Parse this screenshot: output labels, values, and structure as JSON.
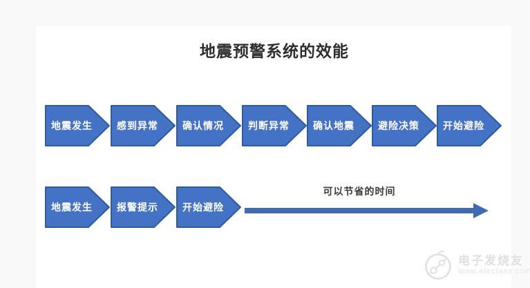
{
  "title": "地震预警系统的效能",
  "rows": [
    {
      "steps": [
        "地震发生",
        "感到异常",
        "确认情况",
        "判断异常",
        "确认地震",
        "避险决策",
        "开始避险"
      ]
    },
    {
      "steps": [
        "地震发生",
        "报警提示",
        "开始避险"
      ]
    }
  ],
  "saved_time": {
    "label": "可以节省的时间"
  },
  "colors": {
    "arrow_fill": "#4472c4",
    "arrow_border": "#2e5b9e",
    "arrow_text": "#ffffff",
    "long_arrow": "#3f6bb5",
    "title_text": "#2d2d2d",
    "watermark": "#e0e0e0"
  },
  "watermark": {
    "logo_icon": "elecfans-circuit-logo",
    "brand": "电子发烧友",
    "url": "www.elecfans.com"
  }
}
